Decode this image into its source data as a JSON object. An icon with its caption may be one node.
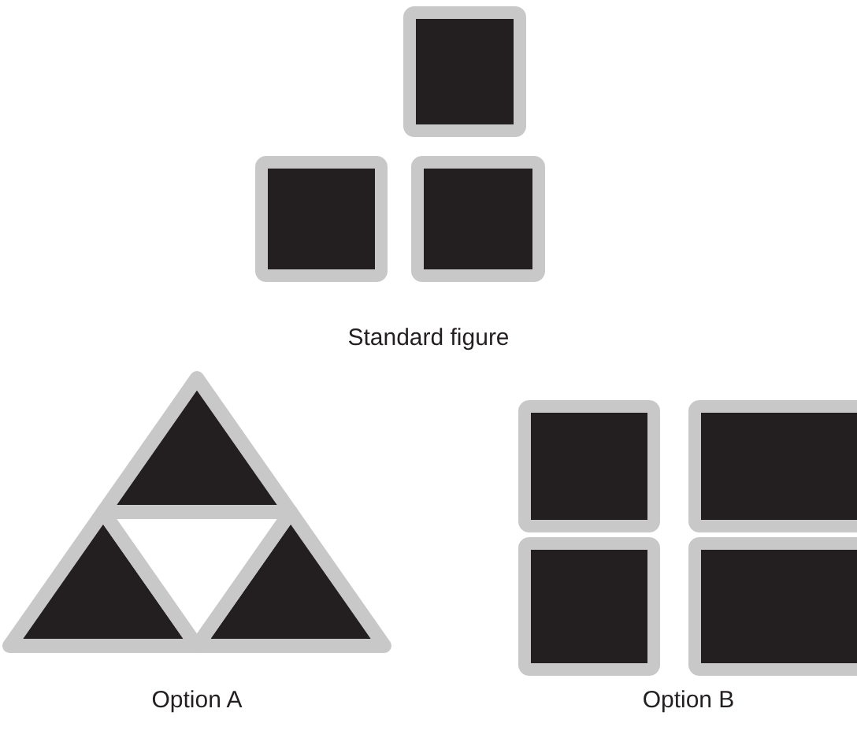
{
  "diagram": {
    "labels": [
      "Standard figure",
      "Option A",
      "Option B"
    ]
  }
}
